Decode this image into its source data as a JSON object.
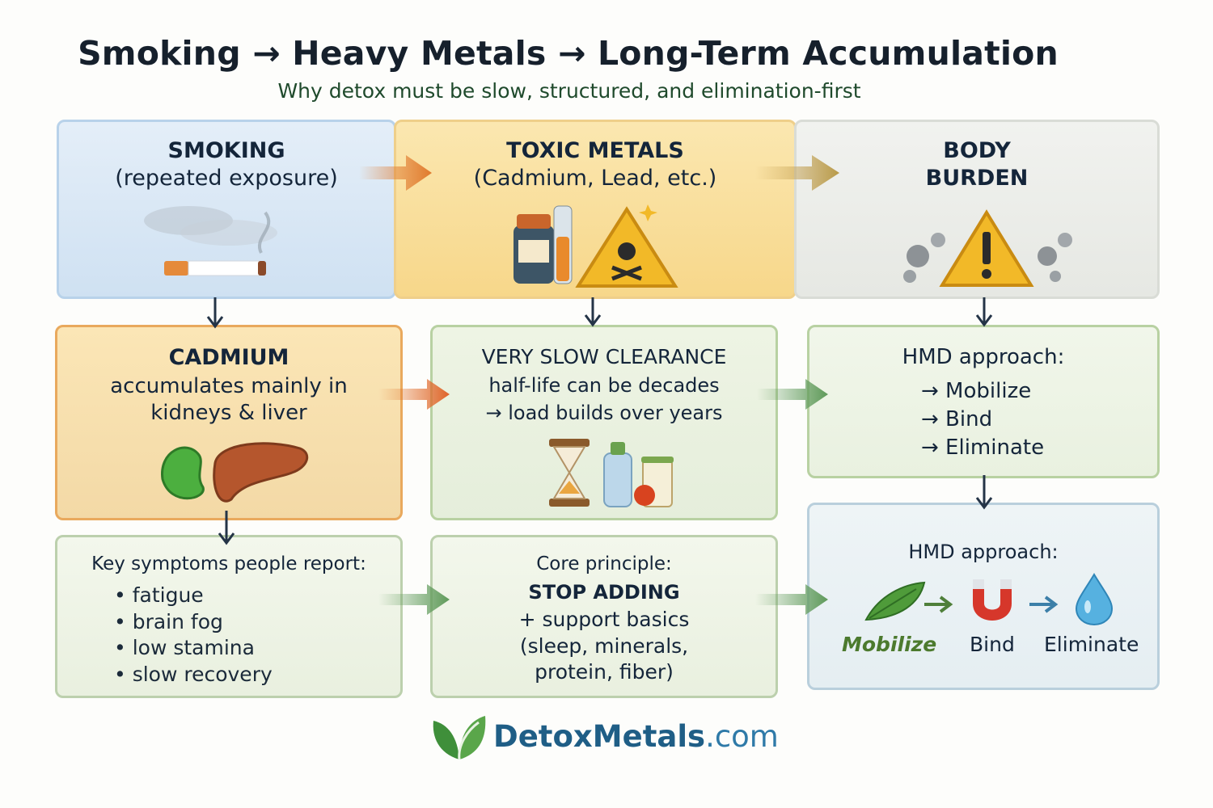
{
  "title": "Smoking → Heavy Metals → Long-Term Accumulation",
  "subtitle": "Why detox must be slow, structured, and elimination-first",
  "smoking": {
    "heading": "SMOKING",
    "sub": "(repeated exposure)"
  },
  "metals": {
    "heading": "TOXIC METALS",
    "sub": "(Cadmium, Lead, etc.)"
  },
  "burden": {
    "line1": "BODY",
    "line2": "BURDEN"
  },
  "cadmium": {
    "heading": "CADMIUM",
    "line1": "accumulates mainly in",
    "line2": "kidneys & liver"
  },
  "clearance": {
    "heading": "VERY SLOW CLEARANCE",
    "line1": "half-life can be decades",
    "line2": "→ load builds over years"
  },
  "hmd1": {
    "heading": "HMD approach:",
    "steps": [
      "→ Mobilize",
      "→ Bind",
      "→ Eliminate"
    ]
  },
  "symptoms": {
    "heading": "Key symptoms people report:",
    "items": [
      "fatigue",
      "brain fog",
      "low stamina",
      "slow recovery"
    ]
  },
  "principle": {
    "line1": "Core principle:",
    "line2": "STOP ADDING",
    "line3": "+ support basics",
    "line4": "(sleep, minerals,",
    "line5": "protein, fiber)"
  },
  "hmd2": {
    "heading": "HMD approach:",
    "mobilize": "Mobilize",
    "bind": "Bind",
    "eliminate": "Eliminate"
  },
  "logo": {
    "part1": "DetoxMetals",
    "part2": ".com"
  },
  "colors": {
    "orange_arrow": "#e07a2e",
    "green_arrow": "#5f9a5a",
    "dark_arrow": "#243447",
    "brand_green": "#3f8f3a",
    "brand_blue": "#1f5e86"
  }
}
